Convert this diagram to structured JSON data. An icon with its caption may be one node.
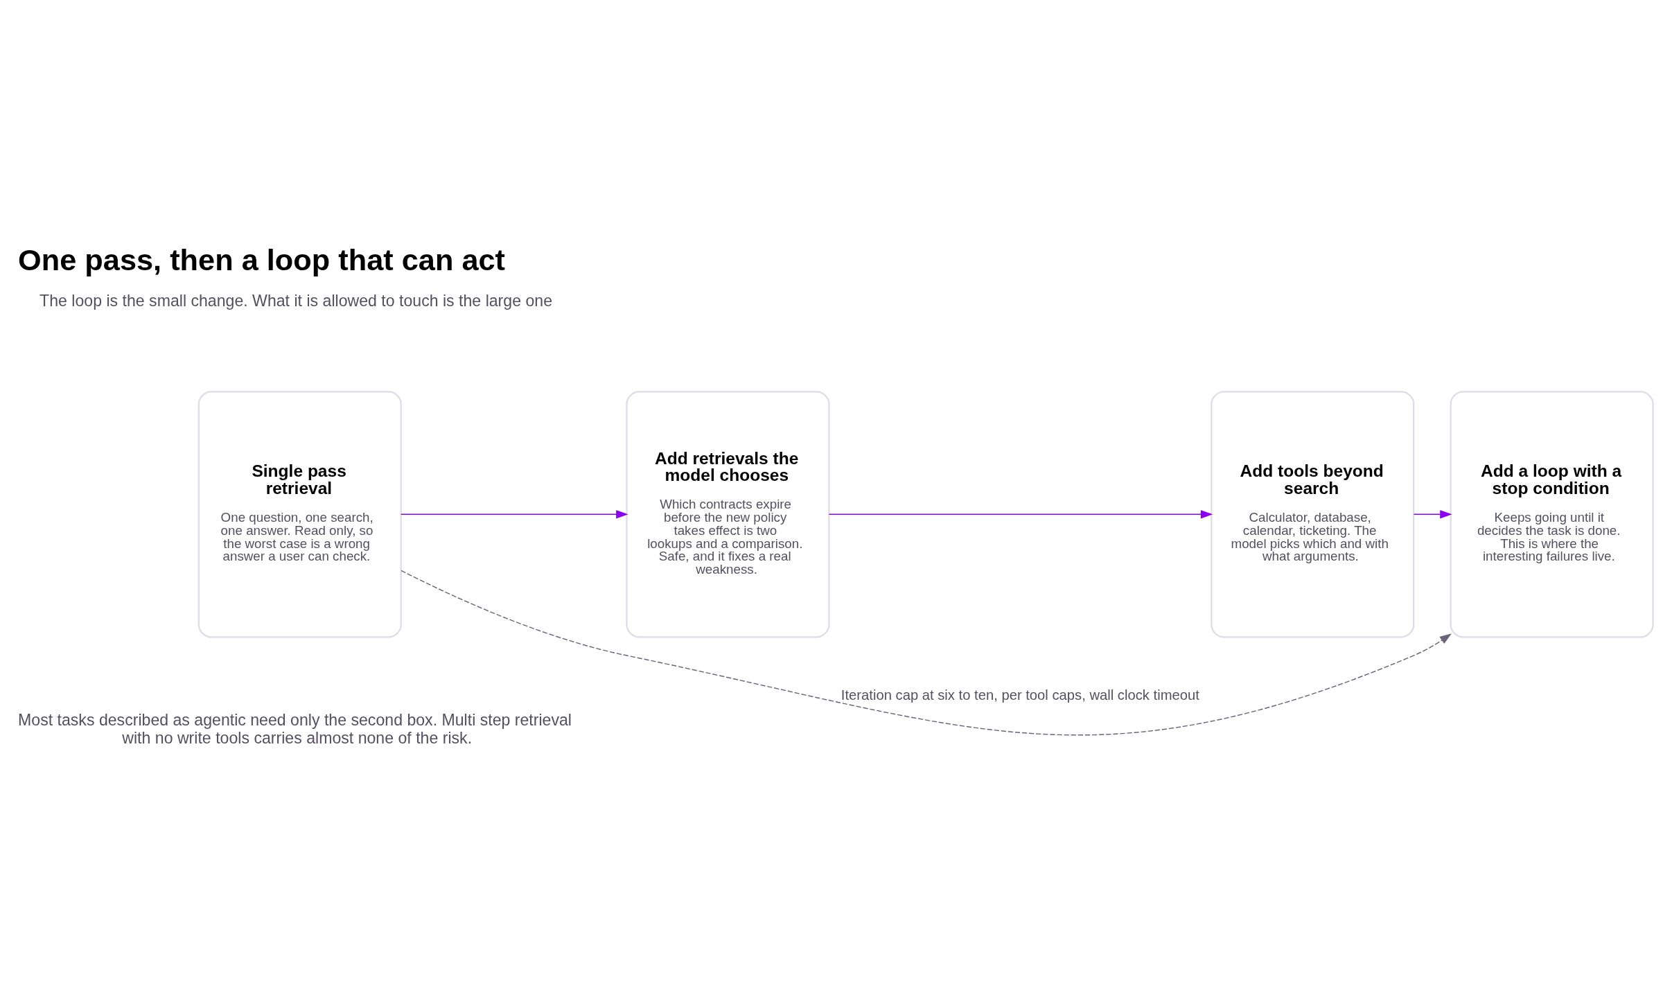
{
  "diagram": {
    "title": "One pass, then a loop that can act",
    "nodes": [
      {
        "text": [
          "Single pass retrieval",
          "One question, one search, one answer. Read only, so the worst case is a wrong answer a user can check."
        ]
      },
      {
        "text": [
          "Add retrievals the model chooses",
          "Which contracts expire before the new policy takes effect is two lookups and a comparison. Safe, and it fixes a real weakness."
        ]
      },
      {
        "text": [
          "Add tools beyond search",
          "Calculator, database, calendar, ticketing. The model picks which and with what arguments."
        ]
      },
      {
        "text": [
          "Add a loop with a stop condition",
          "Keeps going until it decides the task is done. This is where the interesting failures live."
        ]
      }
    ],
    "edges": [
      {
        "from": 0,
        "to": 1,
        "arrow": "to"
      },
      {
        "from": 1,
        "to": 2,
        "arrow": "to"
      },
      {
        "from": 2,
        "to": 3,
        "arrow": "to"
      },
      {
        "from": 0,
        "to": 3,
        "arrow": "to",
        "style": "dashed",
        "color": "#6b6478",
        "label": "Iteration cap at six to ten, per tool caps, wall clock timeout"
      }
    ],
    "labels": [
      "The loop is the small change. What it is allowed to touch is the large one",
      "Most tasks described as agentic need only the second box. Multi step retrieval with no write tools carries almost none of the risk."
    ]
  }
}
